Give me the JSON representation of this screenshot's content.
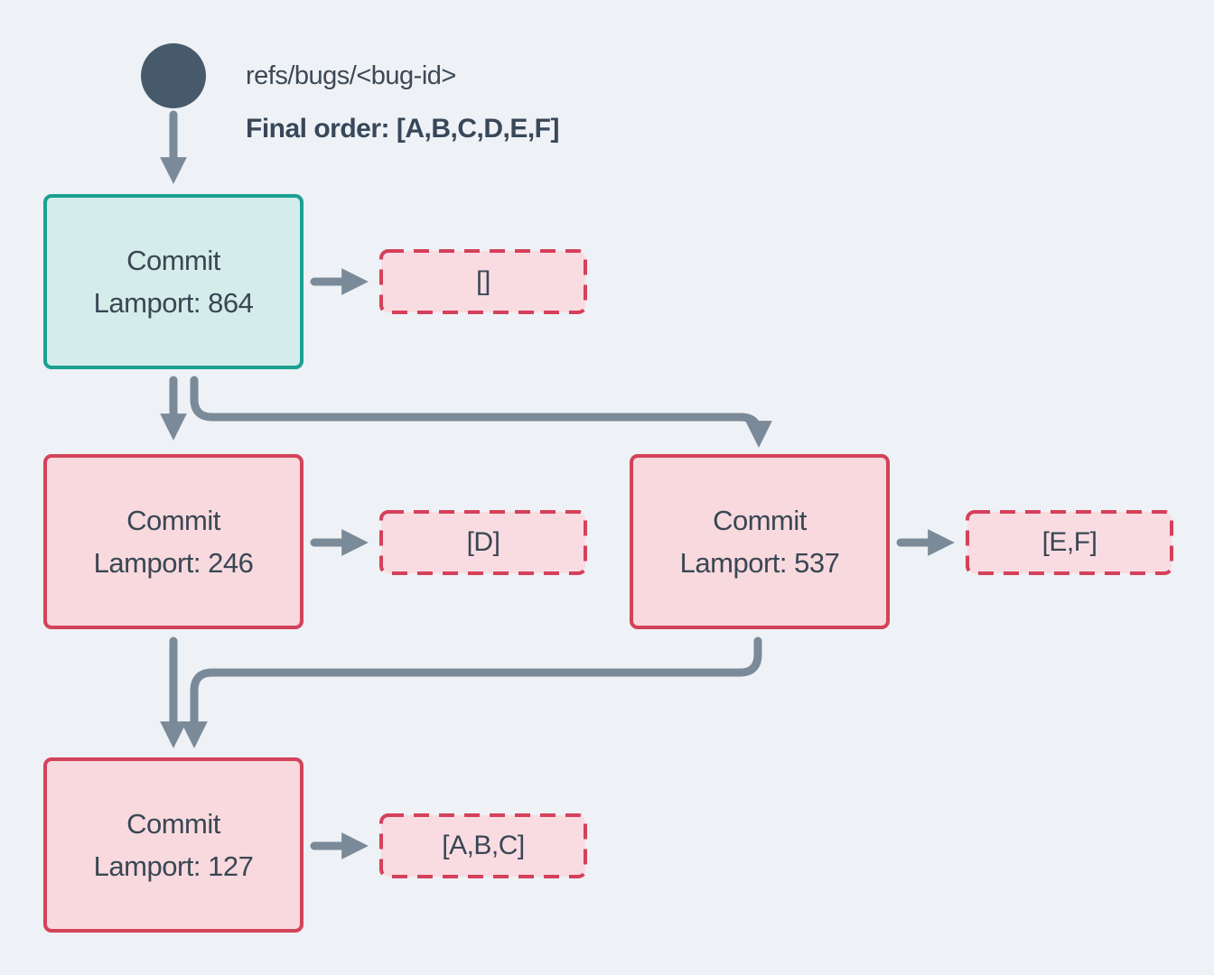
{
  "diagram": {
    "ref": {
      "label": "refs/bugs/<bug-id>",
      "final_order": "Final order: [A,B,C,D,E,F]"
    },
    "commits": [
      {
        "id": "commit-864",
        "title": "Commit",
        "lamport": "Lamport: 864",
        "output": "[]",
        "variant": "teal-head"
      },
      {
        "id": "commit-246",
        "title": "Commit",
        "lamport": "Lamport: 246",
        "output": "[D]",
        "variant": "red"
      },
      {
        "id": "commit-537",
        "title": "Commit",
        "lamport": "Lamport: 537",
        "output": "[E,F]",
        "variant": "red"
      },
      {
        "id": "commit-127",
        "title": "Commit",
        "lamport": "Lamport: 127",
        "output": "[A,B,C]",
        "variant": "red"
      }
    ],
    "edges": [
      "ref-to-864",
      "864-to-empty-list",
      "864-to-246",
      "864-to-537",
      "246-to-D",
      "537-to-EF",
      "246-to-127",
      "537-to-127",
      "127-to-ABC"
    ],
    "colors": {
      "background": "#eef1f5",
      "slate_text": "#394754",
      "ref_circle": "#475a6b",
      "arrow": "#7b8a98",
      "teal_border": "#1ba092",
      "teal_fill": "#d5edea",
      "red_border": "#d2435a",
      "red_fill": "#f8d9de",
      "dashed_border": "#d5405a",
      "dashed_fill": "#f9dce2"
    }
  }
}
